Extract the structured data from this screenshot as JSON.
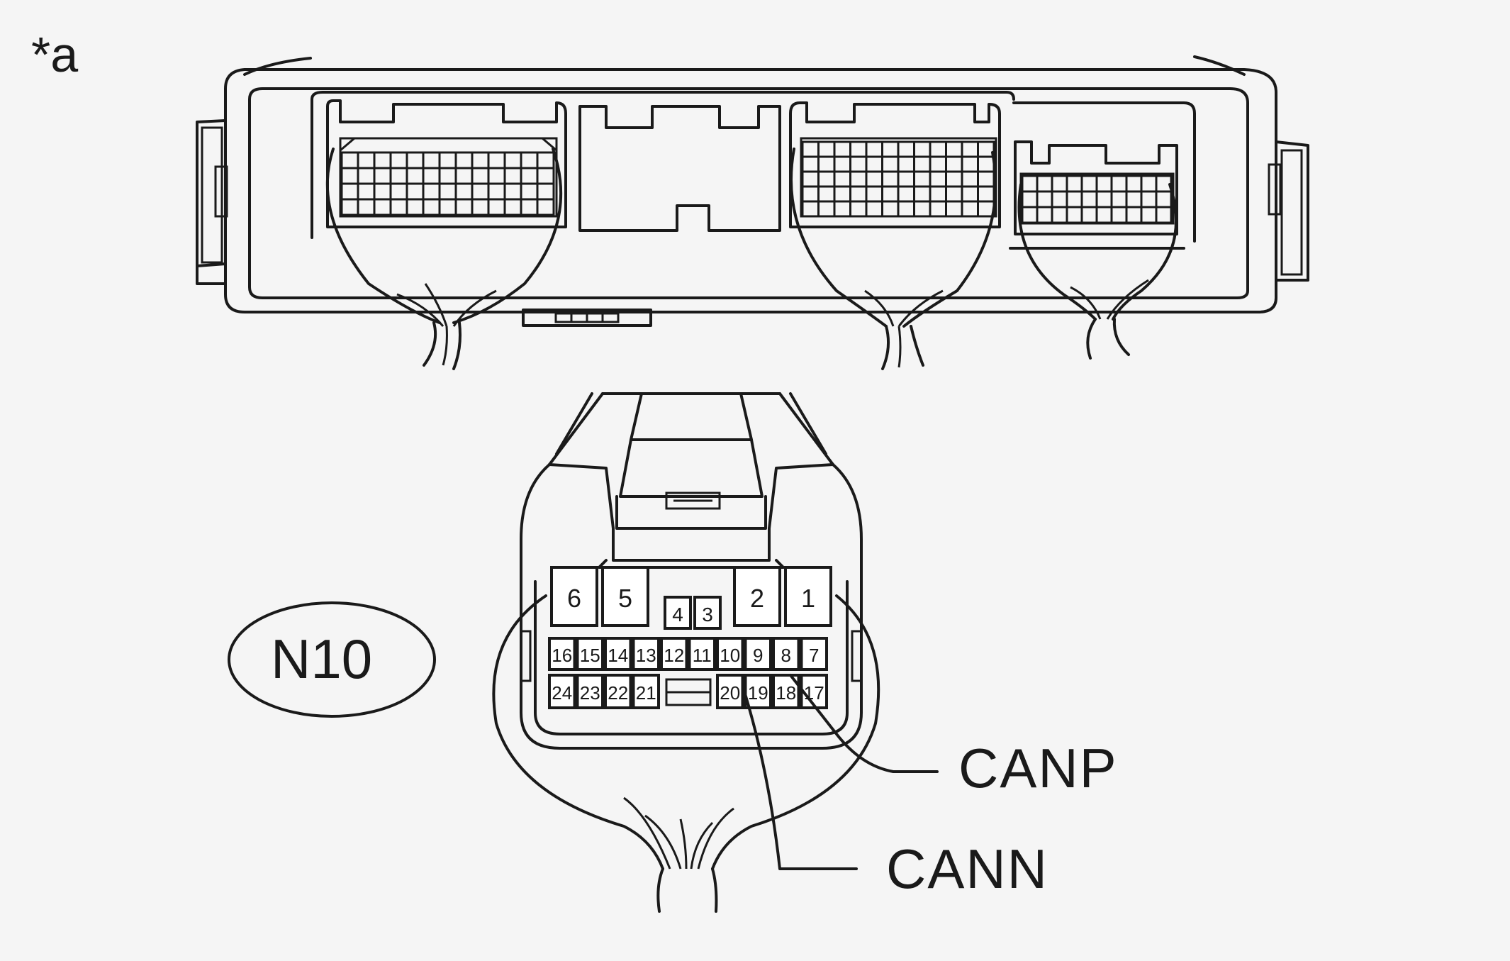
{
  "figure_tag": "*a",
  "connector_code": "N10",
  "signals": {
    "canp": "CANP",
    "cann": "CANN"
  },
  "pins": {
    "large_top": [
      "6",
      "5",
      "2",
      "1"
    ],
    "small_top": [
      "4",
      "3"
    ],
    "row1": [
      "16",
      "15",
      "14",
      "13",
      "12",
      "11",
      "10",
      "9",
      "8",
      "7"
    ],
    "row2": [
      "24",
      "23",
      "22",
      "21",
      "20",
      "19",
      "18",
      "17"
    ]
  }
}
